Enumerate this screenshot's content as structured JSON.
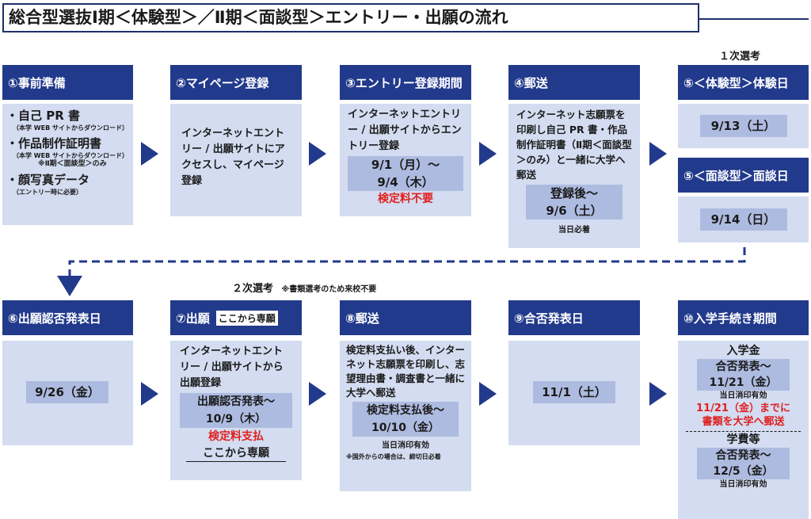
{
  "title": "総合型選抜Ⅰ期＜体験型＞／Ⅱ期＜面談型＞エントリー・出願の流れ",
  "stage1_label": "１次選考",
  "stage2_label": "２次選考",
  "stage2_note": "※書類選考のため来校不要",
  "steps": {
    "s1": {
      "header": "①事前準備",
      "item1": "・自己 PR 書",
      "item1_note": "（本学 WEB サイトからダウンロード）",
      "item2": "・作品制作証明書",
      "item2_note": "（本学 WEB サイトからダウンロード）",
      "item2_note2": "※Ⅱ期＜面談型＞のみ",
      "item3": "・顔写真データ",
      "item3_note": "（エントリー時に必要）"
    },
    "s2": {
      "header": "②マイページ登録",
      "text": "インターネットエントリー / 出願サイトにアクセスし、マイページ登録"
    },
    "s3": {
      "header": "③エントリー登録期間",
      "text": "インターネットエントリー / 出願サイトからエントリー登録",
      "date1": "9/1（月）～",
      "date2": "9/4（木）",
      "red": "検定料不要"
    },
    "s4": {
      "header": "④郵送",
      "text": "インターネット志願票を印刷し自己 PR 書・作品制作証明書（Ⅱ期＜面談型＞のみ）と一緒に大学へ郵送",
      "date1": "登録後～",
      "date2": "9/6（土）",
      "note": "当日必着"
    },
    "s5a": {
      "header": "⑤＜体験型＞体験日",
      "date": "9/13（土）"
    },
    "s5b": {
      "header": "⑤＜面談型＞面談日",
      "date": "9/14（日）"
    },
    "s6": {
      "header": "⑥出願認否発表日",
      "date": "9/26（金）"
    },
    "s7": {
      "header": "⑦出願",
      "badge": "ここから専願",
      "text": "インターネットエントリー / 出願サイトから出願登録",
      "date1": "出願認否発表～",
      "date2": "10/9（木）",
      "red": "検定料支払",
      "footer": "ここから専願"
    },
    "s8": {
      "header": "⑧郵送",
      "text": "検定料支払い後、インターネット志願票を印刷し、志望理由書・調査書と一緒に大学へ郵送",
      "date1": "検定料支払後～",
      "date2": "10/10（金）",
      "note": "当日消印有効",
      "foot_note": "※国外からの場合は、締切日必着"
    },
    "s9": {
      "header": "⑨合否発表日",
      "date": "11/1（土）"
    },
    "s10": {
      "header": "⑩入学手続き期間",
      "label1": "入学金",
      "date1a": "合否発表～",
      "date1b": "11/21（金）",
      "note1": "当日消印有効",
      "red1": "11/21（金）までに",
      "red2": "書類を大学へ郵送",
      "label2": "学費等",
      "date2a": "合否発表～",
      "date2b": "12/5（金）",
      "note2": "当日消印有効"
    }
  },
  "colors": {
    "header": "#223a8c",
    "body": "#d3dcf0",
    "highlight": "#aebbe0",
    "red": "#e02020"
  }
}
